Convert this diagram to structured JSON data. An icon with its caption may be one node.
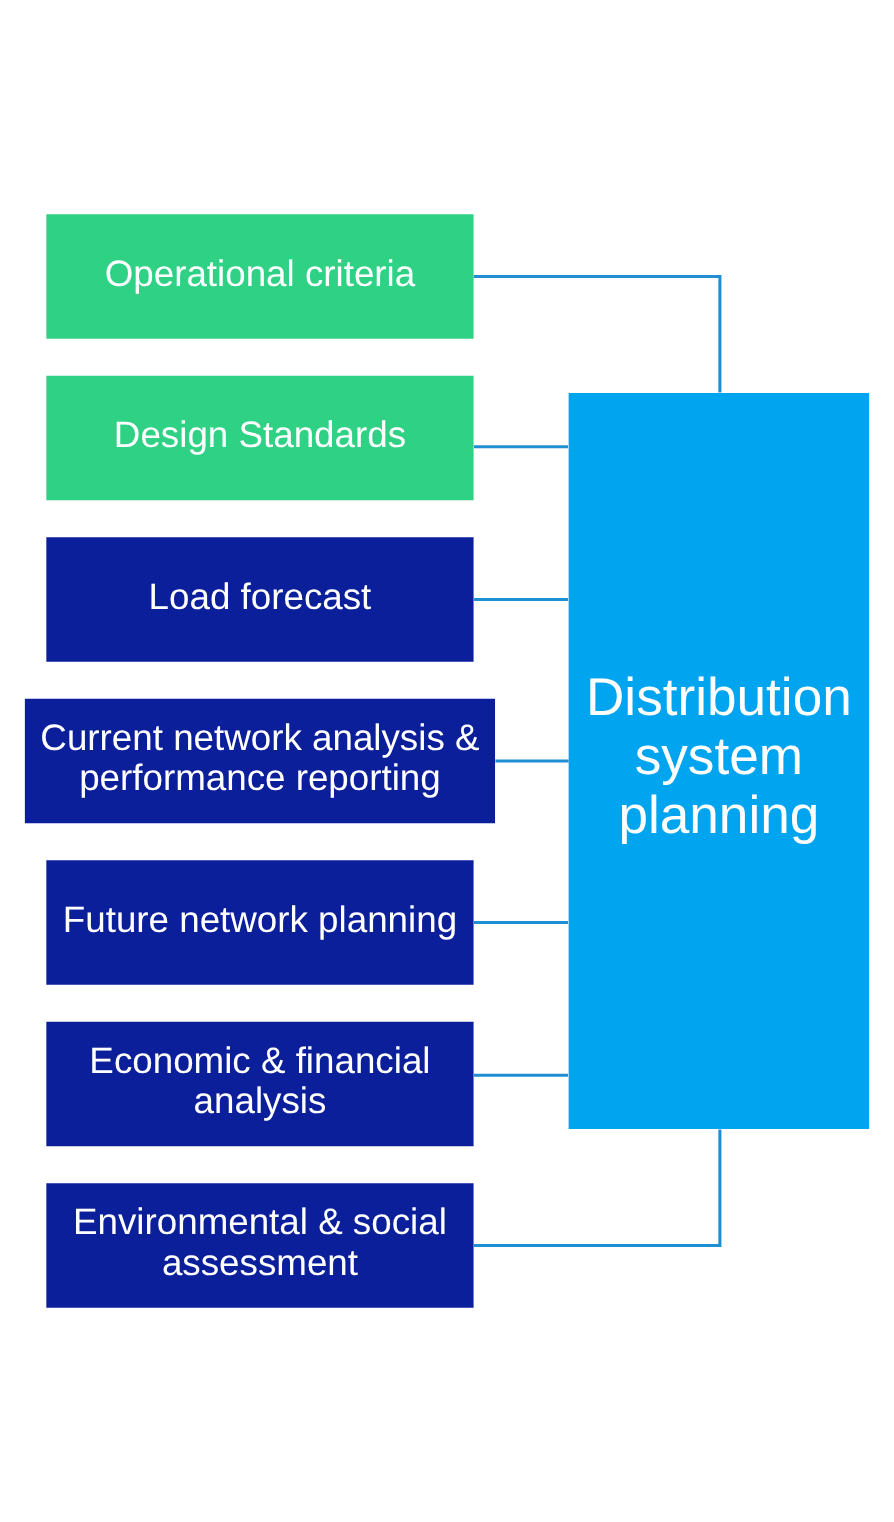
{
  "diagram": {
    "nodes": [
      {
        "text": [
          "Operational criteria"
        ]
      },
      {
        "text": [
          "Design Standards"
        ]
      },
      {
        "text": [
          "Load forecast"
        ]
      },
      {
        "text": [
          "Current network analysis & performance reporting"
        ]
      },
      {
        "text": [
          "Future network planning"
        ]
      },
      {
        "text": [
          "Economic & financial analysis"
        ]
      },
      {
        "text": [
          "Environmental & social assessment"
        ]
      },
      {
        "text": [
          "Distribution system planning"
        ]
      }
    ],
    "edges": [
      {
        "from": 0,
        "to": 7,
        "arrow": "none"
      },
      {
        "from": 1,
        "to": 7,
        "arrow": "none"
      },
      {
        "from": 2,
        "to": 7,
        "arrow": "none"
      },
      {
        "from": 3,
        "to": 7,
        "arrow": "none"
      },
      {
        "from": 4,
        "to": 7,
        "arrow": "none"
      },
      {
        "from": 5,
        "to": 7,
        "arrow": "none"
      },
      {
        "from": 6,
        "to": 7,
        "arrow": "none"
      }
    ]
  }
}
